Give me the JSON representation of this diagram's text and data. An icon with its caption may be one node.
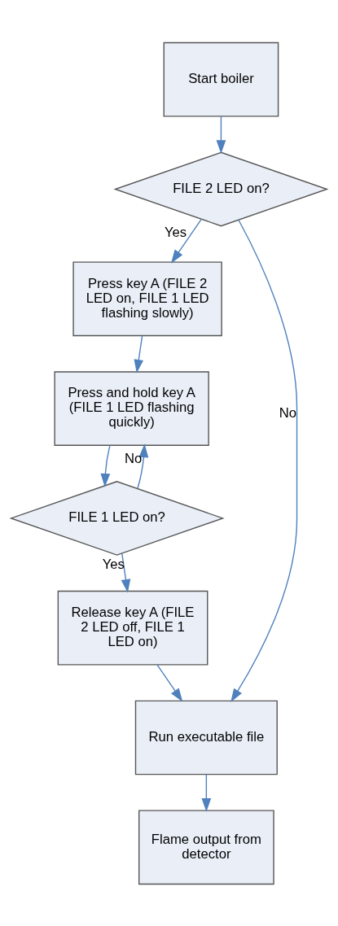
{
  "diagram": {
    "nodes": [
      {
        "text": [
          "Start boiler"
        ]
      },
      {
        "text": [
          "FILE 2 LED on?"
        ]
      },
      {
        "text": [
          "Press key A (FILE 2 LED on, FILE 1 LED flashing slowly)"
        ]
      },
      {
        "text": [
          "Press and hold key A (FILE 1 LED flashing quickly)"
        ]
      },
      {
        "text": [
          "FILE 1 LED on?"
        ]
      },
      {
        "text": [
          "Release key A (FILE 2 LED off, FILE 1 LED on)"
        ]
      },
      {
        "text": [
          "Run executable file"
        ]
      },
      {
        "text": [
          "Flame output from detector"
        ]
      }
    ],
    "edges": [
      {
        "from": 0,
        "to": 1,
        "arrow": "to"
      },
      {
        "from": 1,
        "to": 2,
        "arrow": "to",
        "label": "Yes"
      },
      {
        "from": 1,
        "to": 6,
        "arrow": "to",
        "label": "No"
      },
      {
        "from": 2,
        "to": 3,
        "arrow": "to"
      },
      {
        "from": 3,
        "to": 4,
        "arrow": "to"
      },
      {
        "from": 4,
        "to": 3,
        "arrow": "to",
        "label": "No"
      },
      {
        "from": 4,
        "to": 5,
        "arrow": "to",
        "label": "Yes"
      },
      {
        "from": 5,
        "to": 6,
        "arrow": "to"
      },
      {
        "from": 6,
        "to": 7,
        "arrow": "to"
      }
    ]
  }
}
